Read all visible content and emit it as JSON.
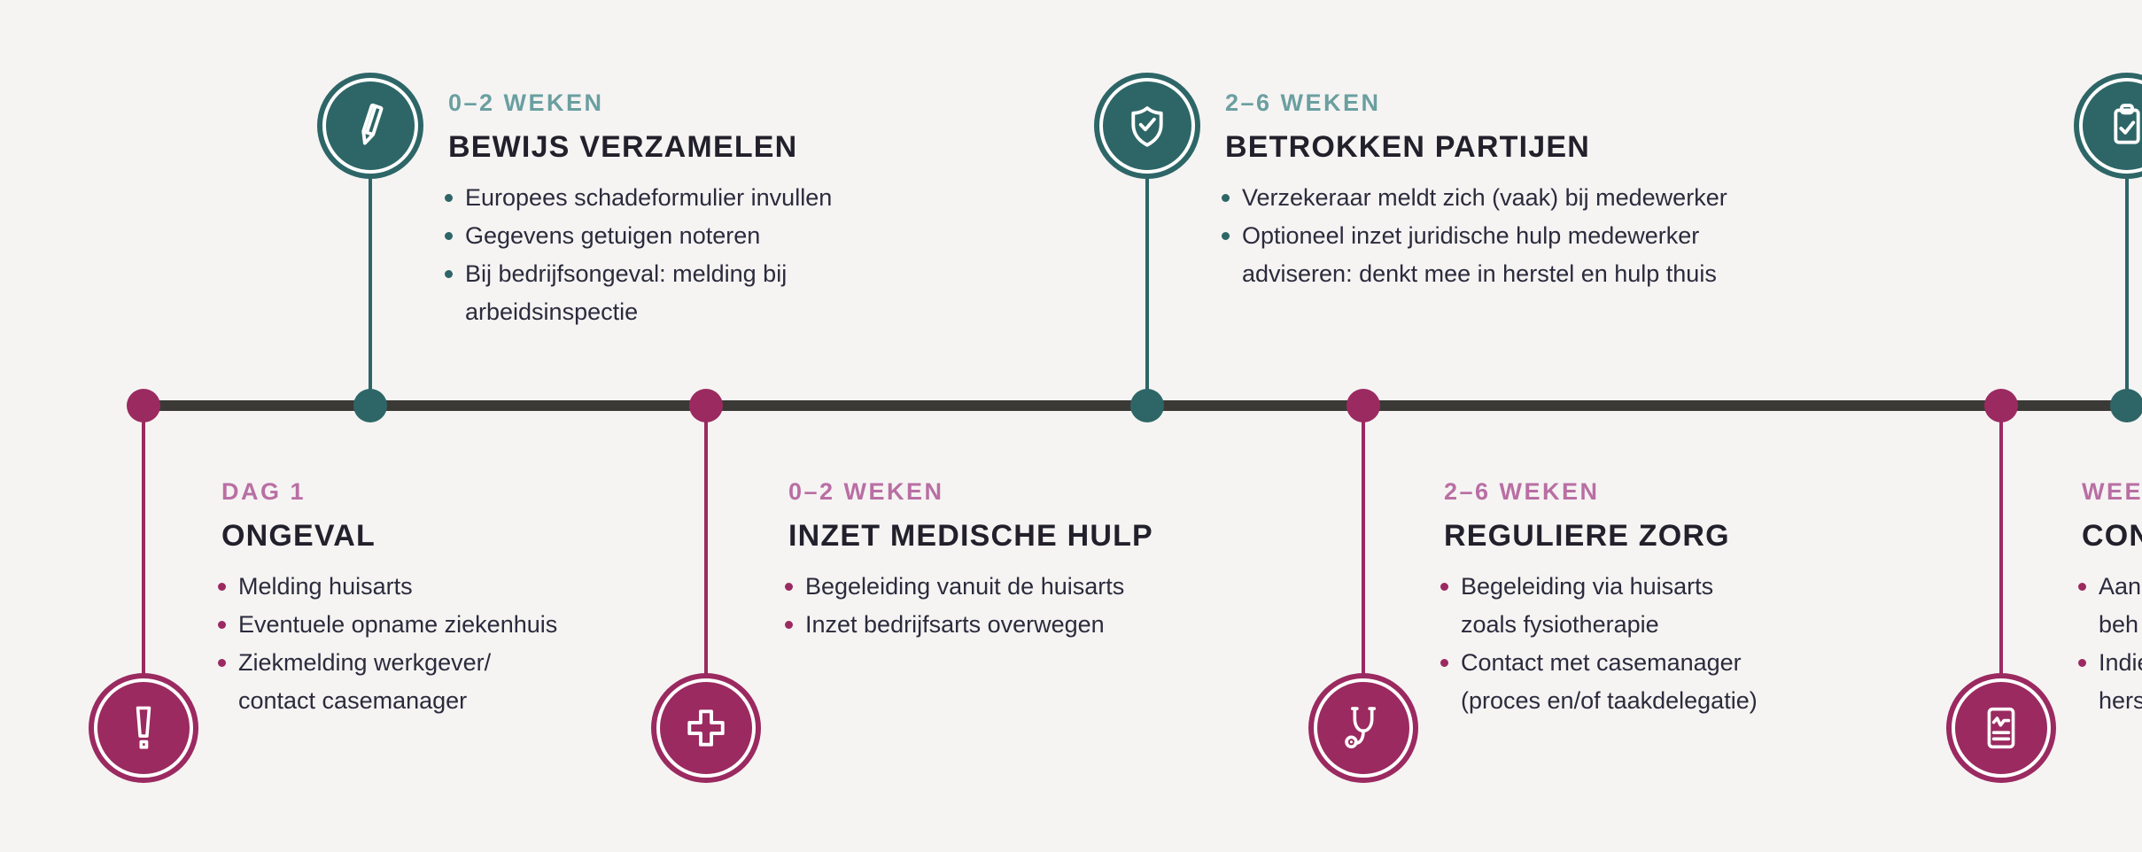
{
  "colors": {
    "background": "#f5f4f3",
    "teal": "#2e6667",
    "teal_label": "#6b9fa0",
    "magenta": "#9b2a60",
    "magenta_label": "#b96fa3",
    "axis_line": "#3b3936",
    "title_text": "#22212b",
    "body_text": "#2c2b3c"
  },
  "top_items": [
    {
      "period": "0–2 WEKEN",
      "title": "BEWIJS VERZAMELEN",
      "icon": "pencil-icon",
      "bullets": [
        "Europees schadeformulier invullen",
        "Gegevens getuigen noteren",
        "Bij bedrijfsongeval: melding bij\narbeidsinspectie"
      ]
    },
    {
      "period": "2–6 WEKEN",
      "title": "BETROKKEN PARTIJEN",
      "icon": "shield-check-icon",
      "bullets": [
        "Verzekeraar meldt zich (vaak) bij medewerker",
        "Optioneel inzet juridische hulp medewerker\nadviseren: denkt mee in herstel en hulp thuis"
      ]
    },
    {
      "period": "",
      "title": "",
      "icon": "clipboard-check-icon",
      "bullets": []
    }
  ],
  "bottom_items": [
    {
      "period": "DAG 1",
      "title": "ONGEVAL",
      "icon": "exclamation-icon",
      "bullets": [
        "Melding huisarts",
        "Eventuele opname ziekenhuis",
        "Ziekmelding werkgever/\ncontact casemanager"
      ]
    },
    {
      "period": "0–2 WEKEN",
      "title": "INZET MEDISCHE HULP",
      "icon": "medical-cross-icon",
      "bullets": [
        "Begeleiding vanuit de huisarts",
        "Inzet bedrijfsarts overwegen"
      ]
    },
    {
      "period": "2–6 WEKEN",
      "title": "REGULIERE ZORG",
      "icon": "stethoscope-icon",
      "bullets": [
        "Begeleiding via huisarts\nzoals fysiotherapie",
        "Contact met casemanager\n(proces en/of taakdelegatie)"
      ]
    },
    {
      "period": "WEE",
      "title": "CON",
      "icon": "report-icon",
      "bullets": [
        "Aan\nbeh",
        "Indie\nhers"
      ]
    }
  ]
}
